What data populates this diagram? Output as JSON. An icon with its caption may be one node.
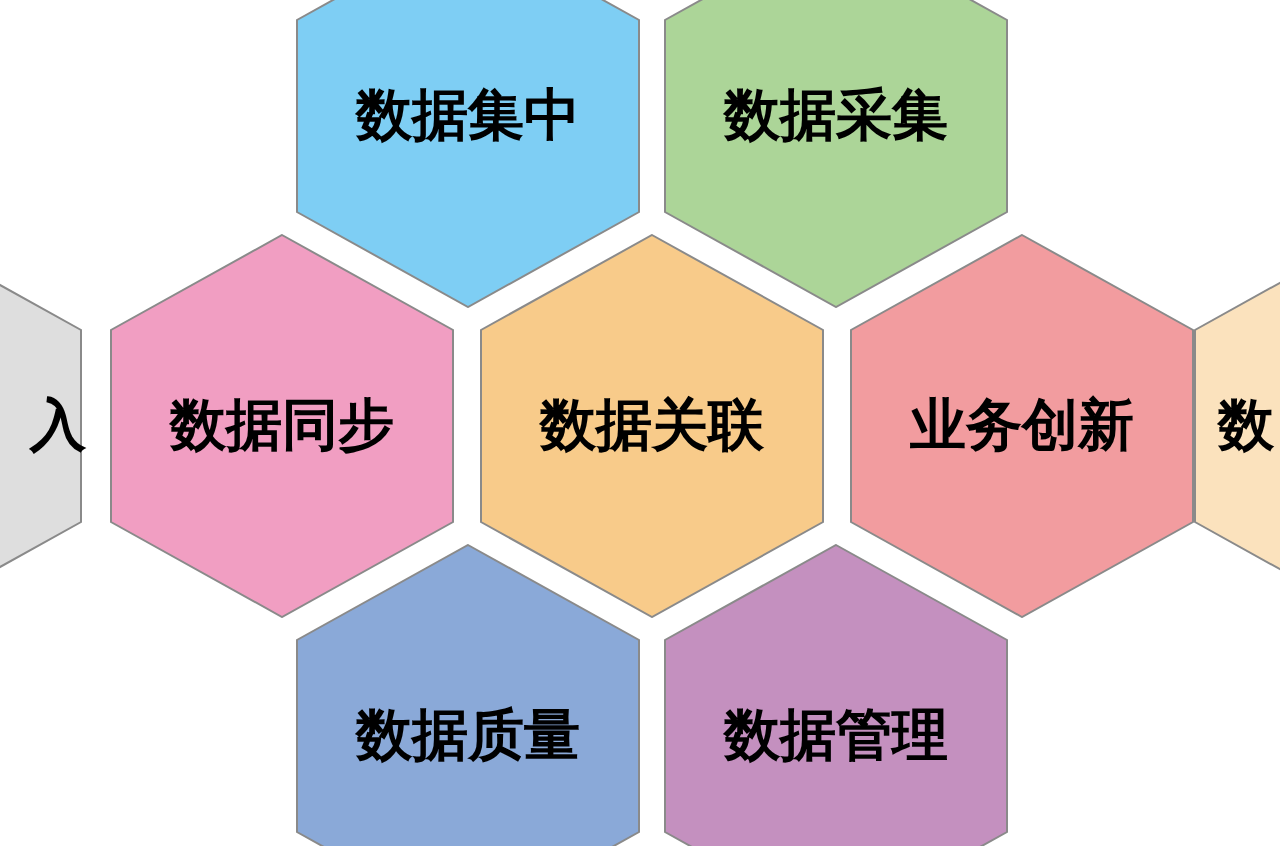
{
  "diagram": {
    "nodes": [
      {
        "text": [
          "入"
        ]
      },
      {
        "text": [
          "数据集中"
        ]
      },
      {
        "text": [
          "数据采集"
        ]
      },
      {
        "text": [
          "数据同步"
        ]
      },
      {
        "text": [
          "数据关联"
        ]
      },
      {
        "text": [
          "业务创新"
        ]
      },
      {
        "text": [
          "数"
        ]
      },
      {
        "text": [
          "数据质量"
        ]
      },
      {
        "text": [
          "数据管理"
        ]
      }
    ]
  }
}
